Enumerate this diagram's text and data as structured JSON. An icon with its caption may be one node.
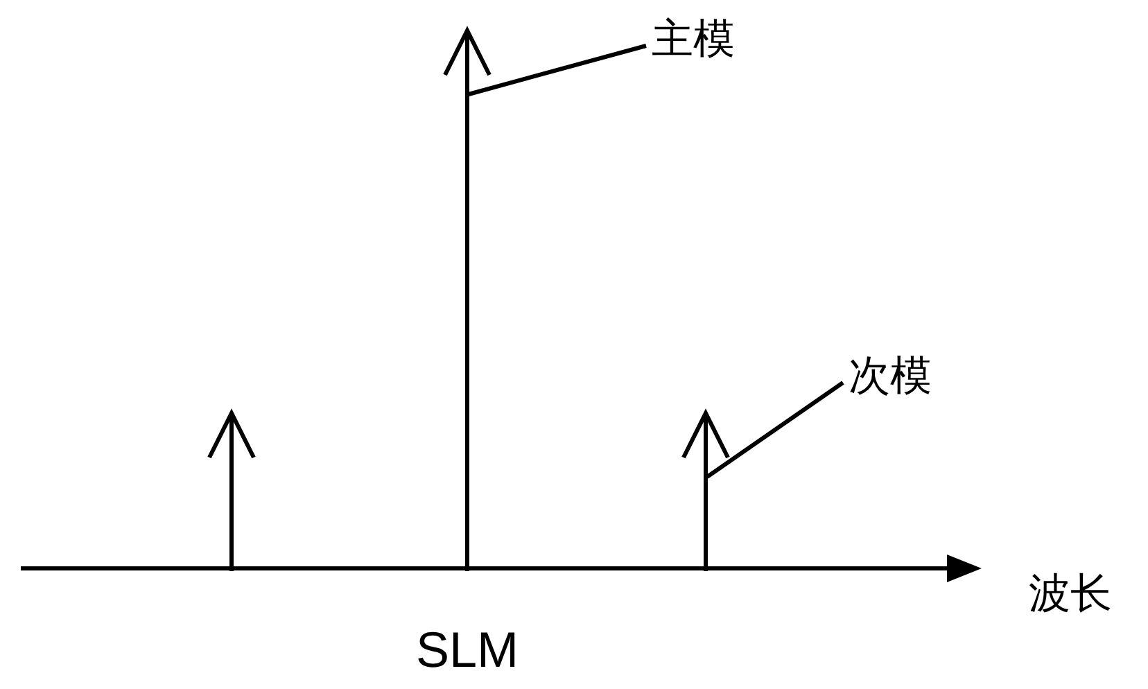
{
  "diagram": {
    "caption": "SLM",
    "nodes": [
      {
        "text": [
          "主模"
        ]
      },
      {
        "text": [],
        "shape": "bar"
      },
      {
        "text": [
          "次模"
        ]
      },
      {
        "text": [],
        "shape": "bar"
      }
    ],
    "edges": [
      {
        "from": 0,
        "to": 1,
        "arrow": "none"
      },
      {
        "from": 2,
        "to": 3,
        "arrow": "none"
      }
    ],
    "labels": [
      "波长"
    ]
  }
}
